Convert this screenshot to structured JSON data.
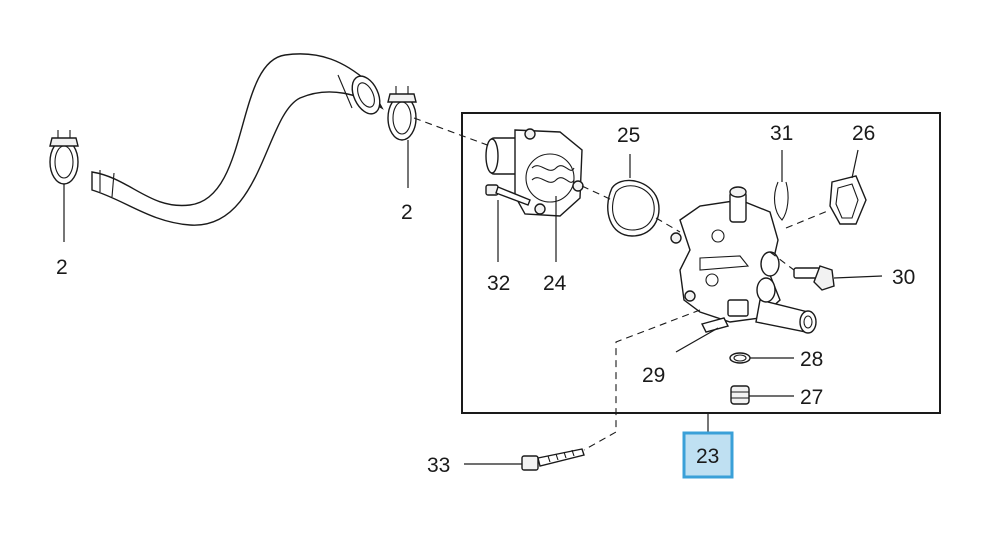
{
  "diagram": {
    "colors": {
      "line": "#1a1a1a",
      "highlight_fill": "#bfe0f2",
      "highlight_border": "#3aa0d8"
    },
    "callouts": [
      {
        "id": "c-2a",
        "label": "2"
      },
      {
        "id": "c-2b",
        "label": "2"
      },
      {
        "id": "c-25",
        "label": "25"
      },
      {
        "id": "c-31",
        "label": "31"
      },
      {
        "id": "c-26",
        "label": "26"
      },
      {
        "id": "c-30",
        "label": "30"
      },
      {
        "id": "c-32",
        "label": "32"
      },
      {
        "id": "c-24",
        "label": "24"
      },
      {
        "id": "c-28",
        "label": "28"
      },
      {
        "id": "c-29",
        "label": "29"
      },
      {
        "id": "c-27",
        "label": "27"
      },
      {
        "id": "c-33",
        "label": "33"
      },
      {
        "id": "c-23",
        "label": "23",
        "highlighted": true
      }
    ]
  }
}
